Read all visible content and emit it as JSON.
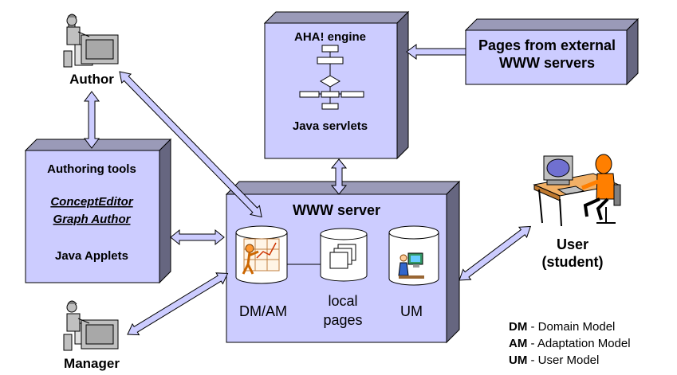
{
  "colors": {
    "box_face": "#ccccff",
    "box_side": "#666680",
    "box_top": "#9a9ab8",
    "outline": "#000000",
    "arrow_fill": "#ccccff",
    "figure_gray": "#c0c0c0",
    "user_skin": "#ff7f00"
  },
  "actors": {
    "author": "Author",
    "manager": "Manager",
    "user_line1": "User",
    "user_line2": "(student)"
  },
  "engine": {
    "title": "AHA! engine",
    "subtitle": "Java servlets"
  },
  "external": {
    "line1": "Pages from external",
    "line2": "WWW servers"
  },
  "authoring": {
    "title": "Authoring tools",
    "tool1": "ConceptEditor",
    "tool2": "Graph Author",
    "footer": "Java Applets"
  },
  "server": {
    "title": "WWW server",
    "db1": "DM/AM",
    "db2_line1": "local",
    "db2_line2": "pages",
    "db3": "UM"
  },
  "legend": [
    {
      "abbr": "DM",
      "text": " - Domain Model"
    },
    {
      "abbr": "AM",
      "text": " - Adaptation Model"
    },
    {
      "abbr": "UM",
      "text": " - User Model"
    }
  ],
  "icons": {
    "author": "person-at-computer-icon",
    "manager": "person-at-computer-icon",
    "user": "student-at-computer-icon",
    "flowchart": "flowchart-icon",
    "teacher": "teacher-at-board-icon",
    "pages": "stacked-pages-icon",
    "user_model": "user-at-computer-icon"
  }
}
